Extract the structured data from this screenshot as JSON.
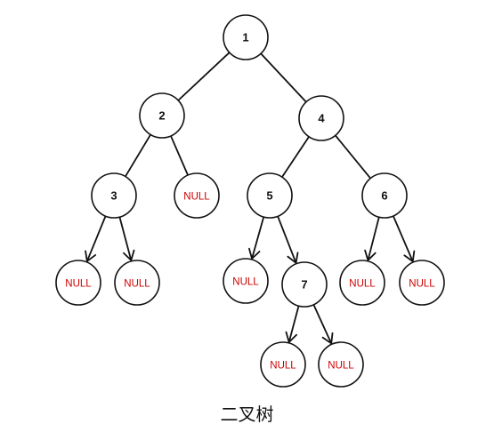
{
  "caption": "二叉树",
  "colors": {
    "value_text": "#111111",
    "null_text": "#cc0000",
    "stroke": "#111111"
  },
  "nodes": [
    {
      "id": "n1",
      "label": "1",
      "kind": "value"
    },
    {
      "id": "n2",
      "label": "2",
      "kind": "value"
    },
    {
      "id": "n4",
      "label": "4",
      "kind": "value"
    },
    {
      "id": "n3",
      "label": "3",
      "kind": "value"
    },
    {
      "id": "nullA",
      "label": "NULL",
      "kind": "null"
    },
    {
      "id": "n5",
      "label": "5",
      "kind": "value"
    },
    {
      "id": "n6",
      "label": "6",
      "kind": "value"
    },
    {
      "id": "nullB",
      "label": "NULL",
      "kind": "null"
    },
    {
      "id": "nullC",
      "label": "NULL",
      "kind": "null"
    },
    {
      "id": "nullD",
      "label": "NULL",
      "kind": "null"
    },
    {
      "id": "n7",
      "label": "7",
      "kind": "value"
    },
    {
      "id": "nullE",
      "label": "NULL",
      "kind": "null"
    },
    {
      "id": "nullF",
      "label": "NULL",
      "kind": "null"
    },
    {
      "id": "nullG",
      "label": "NULL",
      "kind": "null"
    },
    {
      "id": "nullH",
      "label": "NULL",
      "kind": "null"
    }
  ],
  "edges": [
    {
      "from": "n1",
      "to": "n2",
      "arrow": false
    },
    {
      "from": "n1",
      "to": "n4",
      "arrow": false
    },
    {
      "from": "n2",
      "to": "n3",
      "arrow": false
    },
    {
      "from": "n2",
      "to": "nullA",
      "arrow": false
    },
    {
      "from": "n4",
      "to": "n5",
      "arrow": false
    },
    {
      "from": "n4",
      "to": "n6",
      "arrow": false
    },
    {
      "from": "n3",
      "to": "nullB",
      "arrow": true
    },
    {
      "from": "n3",
      "to": "nullC",
      "arrow": true
    },
    {
      "from": "n5",
      "to": "nullD",
      "arrow": true
    },
    {
      "from": "n5",
      "to": "n7",
      "arrow": true
    },
    {
      "from": "n6",
      "to": "nullE",
      "arrow": true
    },
    {
      "from": "n6",
      "to": "nullF",
      "arrow": true
    },
    {
      "from": "n7",
      "to": "nullG",
      "arrow": true
    },
    {
      "from": "n7",
      "to": "nullH",
      "arrow": true
    }
  ]
}
